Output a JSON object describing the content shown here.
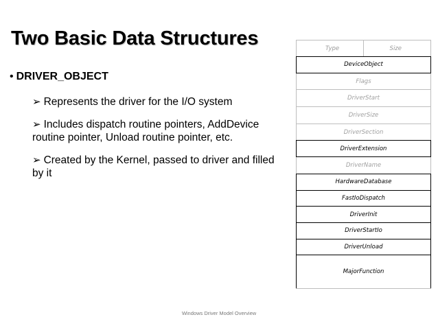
{
  "slide": {
    "title": "Two Basic Data Structures",
    "bullet": "DRIVER_OBJECT",
    "bullet_marker": "•",
    "arrow_marker": "➢",
    "sub_points": [
      "Represents the driver for the I/O system",
      "Includes dispatch routine pointers, AddDevice routine pointer, Unload routine pointer, etc.",
      "Created by the Kernel, passed to driver and filled by it"
    ],
    "footer": "Windows Driver Model Overview"
  },
  "structure": {
    "header": {
      "type": "Type",
      "size": "Size"
    },
    "fields": [
      {
        "name": "DeviceObject",
        "emphasis": true
      },
      {
        "name": "Flags",
        "emphasis": false
      },
      {
        "name": "DriverStart",
        "emphasis": false
      },
      {
        "name": "DriverSize",
        "emphasis": false
      },
      {
        "name": "DriverSection",
        "emphasis": false
      },
      {
        "name": "DriverExtension",
        "emphasis": true
      },
      {
        "name": "DriverName",
        "emphasis": false
      },
      {
        "name": "HardwareDatabase",
        "emphasis": true
      },
      {
        "name": "FastIoDispatch",
        "emphasis": true
      },
      {
        "name": "DriverInit",
        "emphasis": true
      },
      {
        "name": "DriverStartIo",
        "emphasis": true
      },
      {
        "name": "DriverUnload",
        "emphasis": true
      },
      {
        "name": "MajorFunction",
        "emphasis": true,
        "tall": true
      }
    ],
    "colors": {
      "emphasis_border": "#000000",
      "muted_border": "#bdbdbd",
      "muted_text": "#a0a0a0"
    }
  }
}
